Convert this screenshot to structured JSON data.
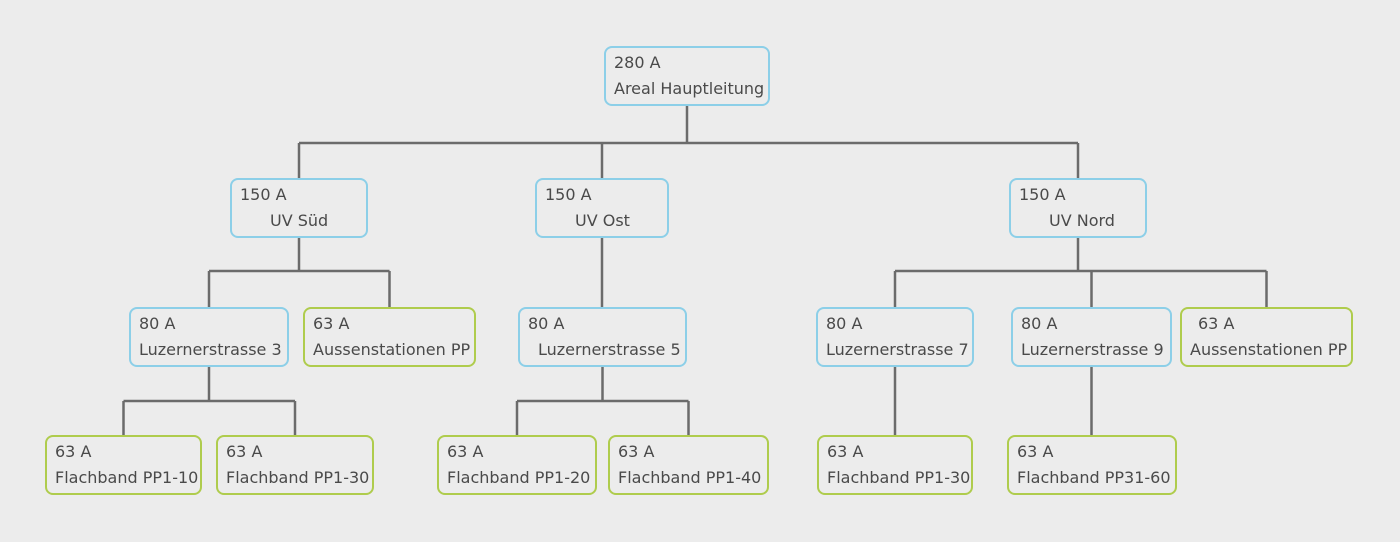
{
  "colors": {
    "blue": "#8ccfe8",
    "green": "#afcc4d",
    "line": "#6b6b6b"
  },
  "nodes": [
    {
      "id": "root",
      "amp": "280 A",
      "name": "Areal Hauptleitung",
      "tier": "blue"
    },
    {
      "id": "uv-sued",
      "amp": "150 A",
      "name": "UV Süd",
      "tier": "blue"
    },
    {
      "id": "uv-ost",
      "amp": "150 A",
      "name": "UV Ost",
      "tier": "blue"
    },
    {
      "id": "uv-nord",
      "amp": "150 A",
      "name": "UV Nord",
      "tier": "blue"
    },
    {
      "id": "lz3",
      "amp": "80 A",
      "name": "Luzernerstrasse 3",
      "tier": "blue"
    },
    {
      "id": "out-sued",
      "amp": "63 A",
      "name": "Aussenstationen PP",
      "tier": "green"
    },
    {
      "id": "lz5",
      "amp": "80 A",
      "name": "Luzernerstrasse 5",
      "tier": "blue"
    },
    {
      "id": "lz7",
      "amp": "80 A",
      "name": "Luzernerstrasse 7",
      "tier": "blue"
    },
    {
      "id": "lz9",
      "amp": "80 A",
      "name": "Luzernerstrasse 9",
      "tier": "blue"
    },
    {
      "id": "out-nord",
      "amp": "63 A",
      "name": "Aussenstationen PP",
      "tier": "green"
    },
    {
      "id": "fb-10",
      "amp": "63 A",
      "name": "Flachband PP1-10",
      "tier": "green"
    },
    {
      "id": "fb-30a",
      "amp": "63 A",
      "name": "Flachband PP1-30",
      "tier": "green"
    },
    {
      "id": "fb-20",
      "amp": "63 A",
      "name": "Flachband PP1-20",
      "tier": "green"
    },
    {
      "id": "fb-40",
      "amp": "63 A",
      "name": "Flachband PP1-40",
      "tier": "green"
    },
    {
      "id": "fb-30b",
      "amp": "63 A",
      "name": "Flachband PP1-30",
      "tier": "green"
    },
    {
      "id": "fb-3160",
      "amp": "63 A",
      "name": "Flachband PP31-60",
      "tier": "green"
    }
  ],
  "edges": [
    [
      "root",
      "uv-sued"
    ],
    [
      "root",
      "uv-ost"
    ],
    [
      "root",
      "uv-nord"
    ],
    [
      "uv-sued",
      "lz3"
    ],
    [
      "uv-sued",
      "out-sued"
    ],
    [
      "uv-ost",
      "lz5"
    ],
    [
      "uv-nord",
      "lz7"
    ],
    [
      "uv-nord",
      "lz9"
    ],
    [
      "uv-nord",
      "out-nord"
    ],
    [
      "lz3",
      "fb-10"
    ],
    [
      "lz3",
      "fb-30a"
    ],
    [
      "lz5",
      "fb-20"
    ],
    [
      "lz5",
      "fb-40"
    ],
    [
      "lz7",
      "fb-30b"
    ],
    [
      "lz9",
      "fb-3160"
    ]
  ]
}
